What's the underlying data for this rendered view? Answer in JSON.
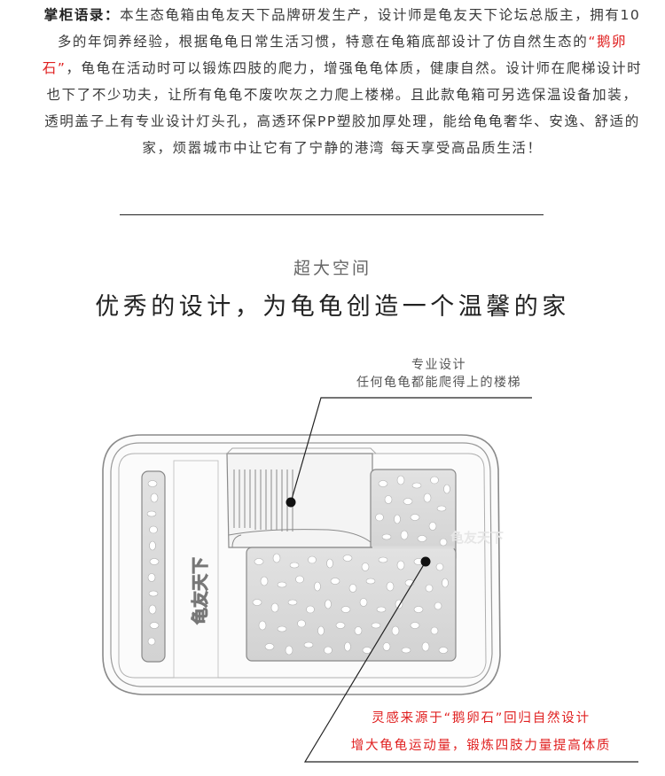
{
  "intro": {
    "lead": "掌柜语录：",
    "text_before": "本生态龟箱由龟友天下品牌研发生产，设计师是龟友天下论坛总版主，拥有10多的年饲养经验，根据龟龟日常生活习惯，特意在龟箱底部设计了仿自然生态的",
    "highlight": "“鹅卵石”",
    "text_after": "，龟龟在活动时可以锻炼四肢的爬力，增强龟龟体质，健康自然。设计师在爬梯设计时也下了不少功夫，让所有龟龟不废吹灰之力爬上楼梯。且此款龟箱可另选保温设备加装，透明盖子上有专业设计灯头孔，高透环保PP塑胶加厚处理，能给龟龟奢华、安逸、舒适的家，烦嚣城市中让它有了宁静的港湾 每天享受高品质生活！"
  },
  "section": {
    "subtitle": "超大空间",
    "headline": "优秀的设计，为龟龟创造一个温馨的家"
  },
  "callouts": {
    "top_line1": "专业设计",
    "top_line2": "任何龟龟都能爬得上的楼梯",
    "bottom_line1": "灵感来源于“鹅卵石”回归自然设计",
    "bottom_line2": "增大龟龟运动量，锻炼四肢力量提高体质"
  },
  "product": {
    "logo_side": "龟友天下",
    "logo_watermark": "龟友天下"
  },
  "colors": {
    "accent_red": "#e02020",
    "text_dark": "#222222",
    "outline": "#8a8a8a"
  }
}
